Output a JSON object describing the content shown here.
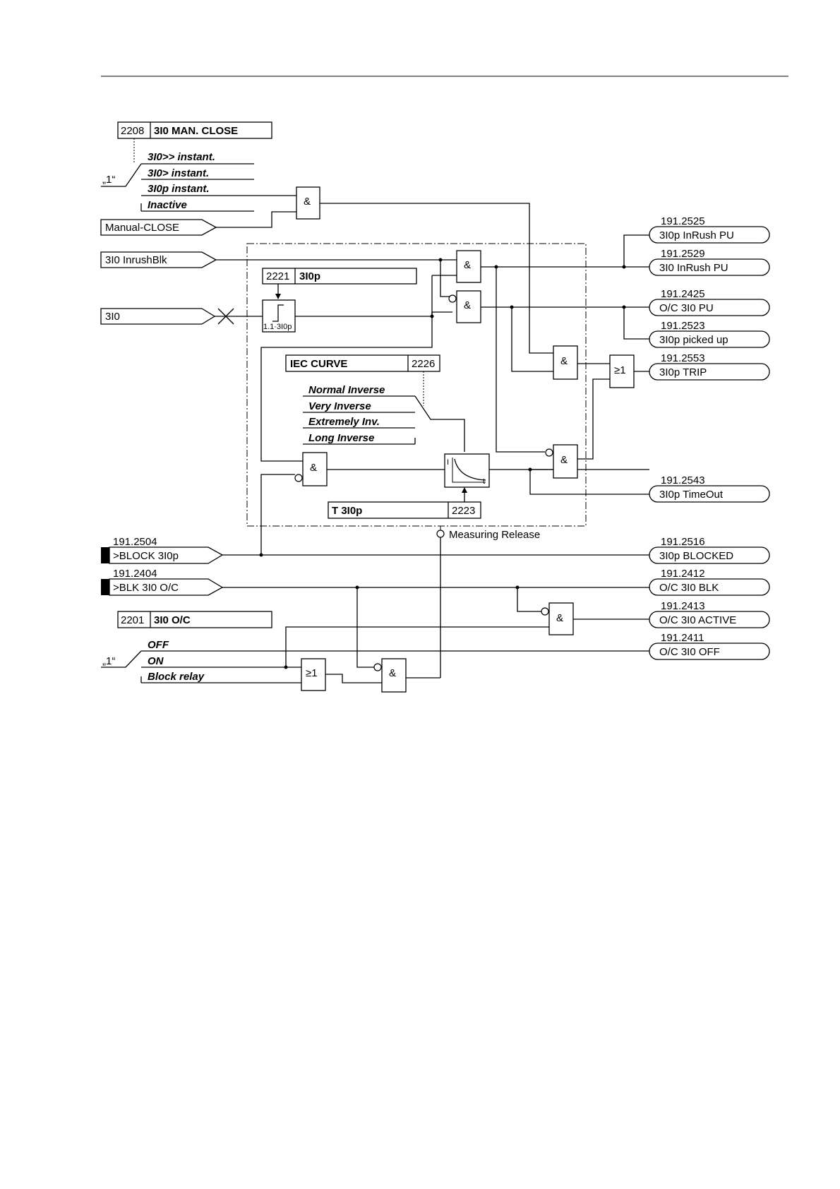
{
  "setting_2208": {
    "number": "2208",
    "title": "3I0 MAN. CLOSE",
    "const": "„1“",
    "options": [
      "3I0>> instant.",
      "3I0> instant.",
      "3I0p instant.",
      "Inactive"
    ]
  },
  "setting_2221": {
    "number": "2221",
    "title": "3I0p"
  },
  "threshold_label": "1.1·3I0p",
  "setting_2226": {
    "number": "2226",
    "title": "IEC CURVE",
    "options": [
      "Normal Inverse",
      "Very Inverse",
      "Extremely Inv.",
      "Long Inverse"
    ]
  },
  "setting_2223": {
    "number": "2223",
    "title": "T 3I0p"
  },
  "setting_2201": {
    "number": "2201",
    "title": "3I0 O/C",
    "const": "„1“",
    "options": [
      "OFF",
      "ON",
      "Block relay"
    ]
  },
  "curve_axes": {
    "y": "I",
    "x": "t"
  },
  "measuring_release": "Measuring Release",
  "gates": {
    "and": "&",
    "or": "≥1"
  },
  "inputs": {
    "manual_close": "Manual-CLOSE",
    "inrush_blk": "3I0 InrushBlk",
    "i0": "3I0",
    "block_3i0p": {
      "code": "191.2504",
      "label": ">BLOCK 3I0p"
    },
    "blk_3i0_oc": {
      "code": "191.2404",
      "label": ">BLK 3I0 O/C"
    }
  },
  "outputs": [
    {
      "code": "191.2525",
      "label": "3I0p InRush PU"
    },
    {
      "code": "191.2529",
      "label": "3I0 InRush PU"
    },
    {
      "code": "191.2425",
      "label": "O/C 3I0 PU"
    },
    {
      "code": "191.2523",
      "label": "3I0p picked up"
    },
    {
      "code": "191.2553",
      "label": "3I0p TRIP"
    },
    {
      "code": "191.2543",
      "label": "3I0p TimeOut"
    },
    {
      "code": "191.2516",
      "label": "3I0p BLOCKED"
    },
    {
      "code": "191.2412",
      "label": "O/C 3I0 BLK"
    },
    {
      "code": "191.2413",
      "label": "O/C 3I0 ACTIVE"
    },
    {
      "code": "191.2411",
      "label": "O/C 3I0 OFF"
    }
  ]
}
